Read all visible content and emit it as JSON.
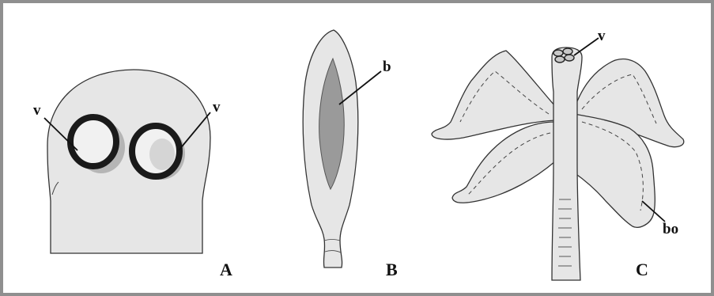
{
  "figure": {
    "panels": [
      {
        "id": "A",
        "label": "A",
        "parts": [
          {
            "label": "v"
          },
          {
            "label": "v"
          }
        ]
      },
      {
        "id": "B",
        "label": "B",
        "parts": [
          {
            "label": "b"
          }
        ]
      },
      {
        "id": "C",
        "label": "C",
        "parts": [
          {
            "label": "v"
          },
          {
            "label": "bo"
          }
        ]
      }
    ]
  },
  "colors": {
    "frame": "#8f8f8f",
    "tissue": "#e6e6e6",
    "outline": "#333333",
    "bothrium": "#9a9a9a",
    "sucker_ring": "#1a1a1a"
  }
}
